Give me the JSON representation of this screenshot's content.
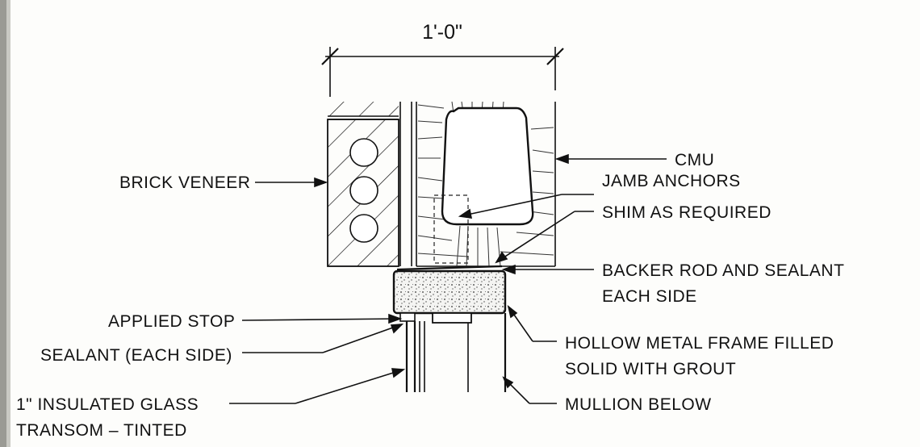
{
  "dimension": {
    "text": "1'-0\""
  },
  "labels": {
    "cmu": "CMU",
    "brick_veneer": "BRICK VENEER",
    "jamb_anchors": "JAMB ANCHORS",
    "shim": "SHIM AS REQUIRED",
    "backer_rod_1": "BACKER ROD AND SEALANT",
    "backer_rod_2": "EACH SIDE",
    "applied_stop": "APPLIED STOP",
    "sealant": "SEALANT (EACH SIDE)",
    "hollow_metal_1": "HOLLOW METAL FRAME FILLED",
    "hollow_metal_2": "SOLID WITH GROUT",
    "glass_1": "1\" INSULATED GLASS",
    "glass_2": "TRANSOM – TINTED",
    "mullion": "MULLION BELOW"
  }
}
